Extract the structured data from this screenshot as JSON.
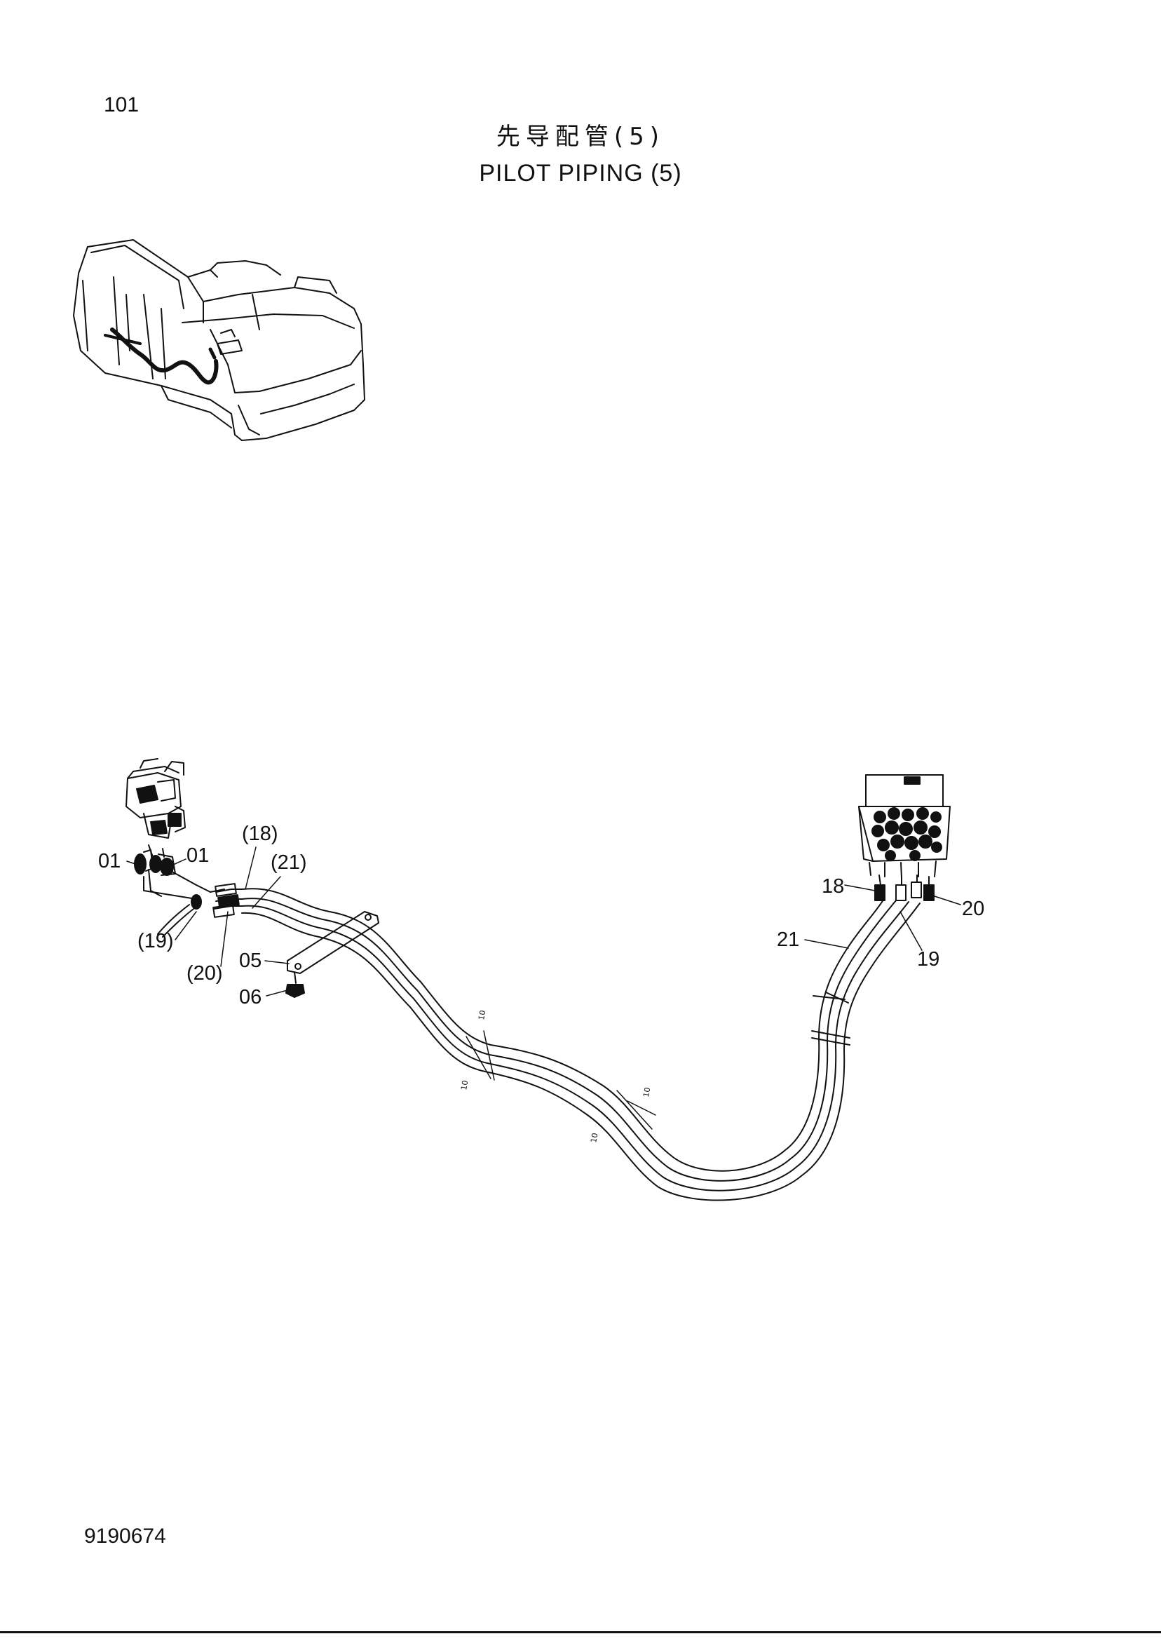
{
  "header": {
    "page_number": "101",
    "title_cn": "先导配管(5)",
    "title_en": "PILOT PIPING (5)"
  },
  "footer": {
    "document_number": "9190674"
  },
  "callouts": {
    "left": [
      "01",
      "01",
      "(18)",
      "(21)",
      "(19)",
      "(20)",
      "05",
      "06"
    ],
    "right": [
      "18",
      "20",
      "21",
      "19"
    ]
  }
}
